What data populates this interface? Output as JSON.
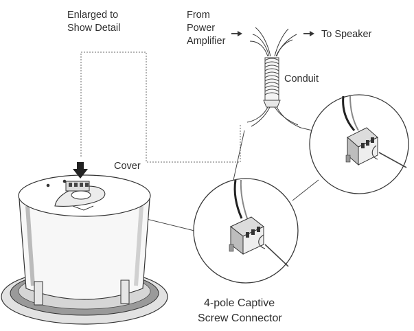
{
  "labels": {
    "enlarged_line1": "Enlarged to",
    "enlarged_line2": "Show Detail",
    "from_line1": "From",
    "from_line2": "Power",
    "from_line3": "Amplifier",
    "to_speaker": "To Speaker",
    "conduit": "Conduit",
    "cover": "Cover",
    "connector_line1": "4-pole Captive",
    "connector_line2": "Screw Connector"
  },
  "colors": {
    "ink": "#3a3a3a",
    "background": "#ffffff"
  }
}
